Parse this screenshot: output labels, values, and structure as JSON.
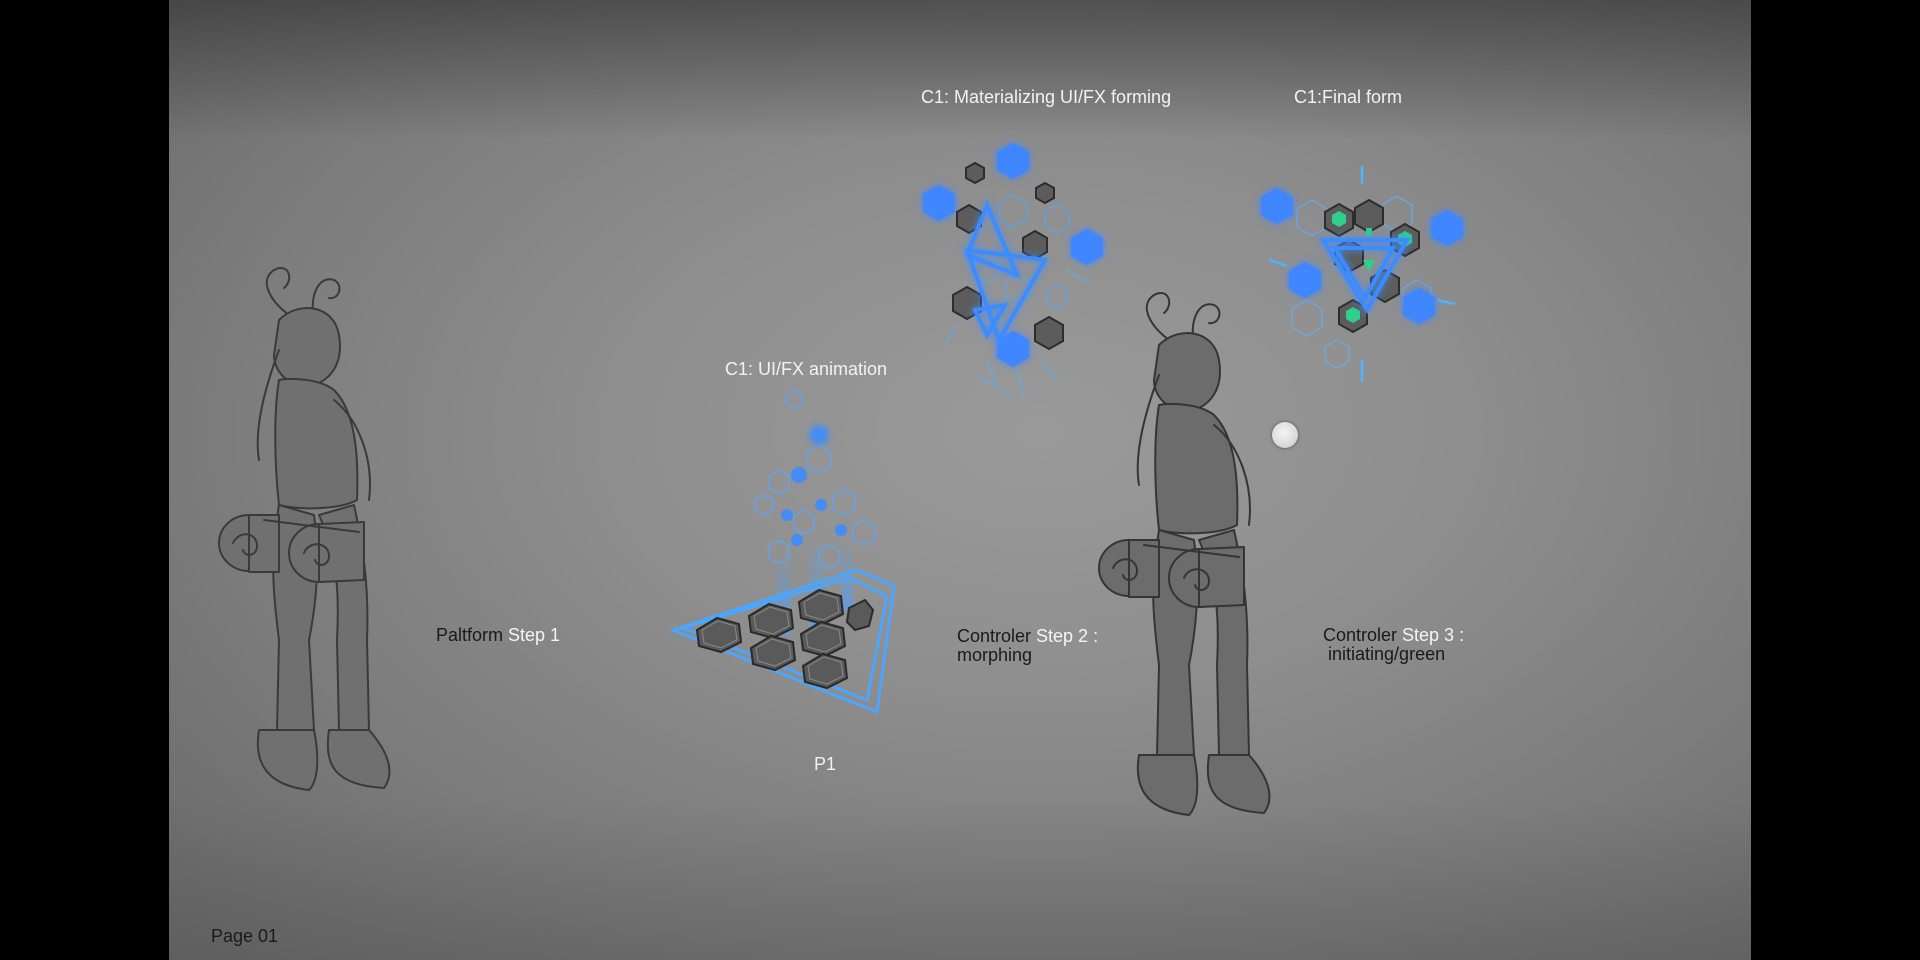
{
  "page": {
    "number_label": "Page 01"
  },
  "labels": {
    "platform_prefix": "Paltform ",
    "platform_step": "Step 1",
    "controller2_prefix": "Controler ",
    "controller2_step": "Step 2 :",
    "controller2_sub": "morphing",
    "controller3_prefix": "Controler ",
    "controller3_step": "Step 3 :",
    "controller3_sub": "initiating/green",
    "anim_title": "C1: UI/FX animation",
    "materializing_title": "C1: Materializing UI/FX forming",
    "final_title": "C1:Final form",
    "platform_caption": "P1"
  },
  "colors": {
    "background": "#8e8e8e",
    "letterbox": "#000000",
    "fx_blue": "#3d8cff",
    "fx_cyan": "#4fb4ff",
    "fx_green": "#2fd08a",
    "sketch_line": "#3a3a3a",
    "sketch_fill": "#6e6e6e"
  },
  "icons": {
    "character_left": "character-sketch",
    "character_right": "character-sketch",
    "platform": "hex-platform",
    "orb": "white-orb"
  }
}
